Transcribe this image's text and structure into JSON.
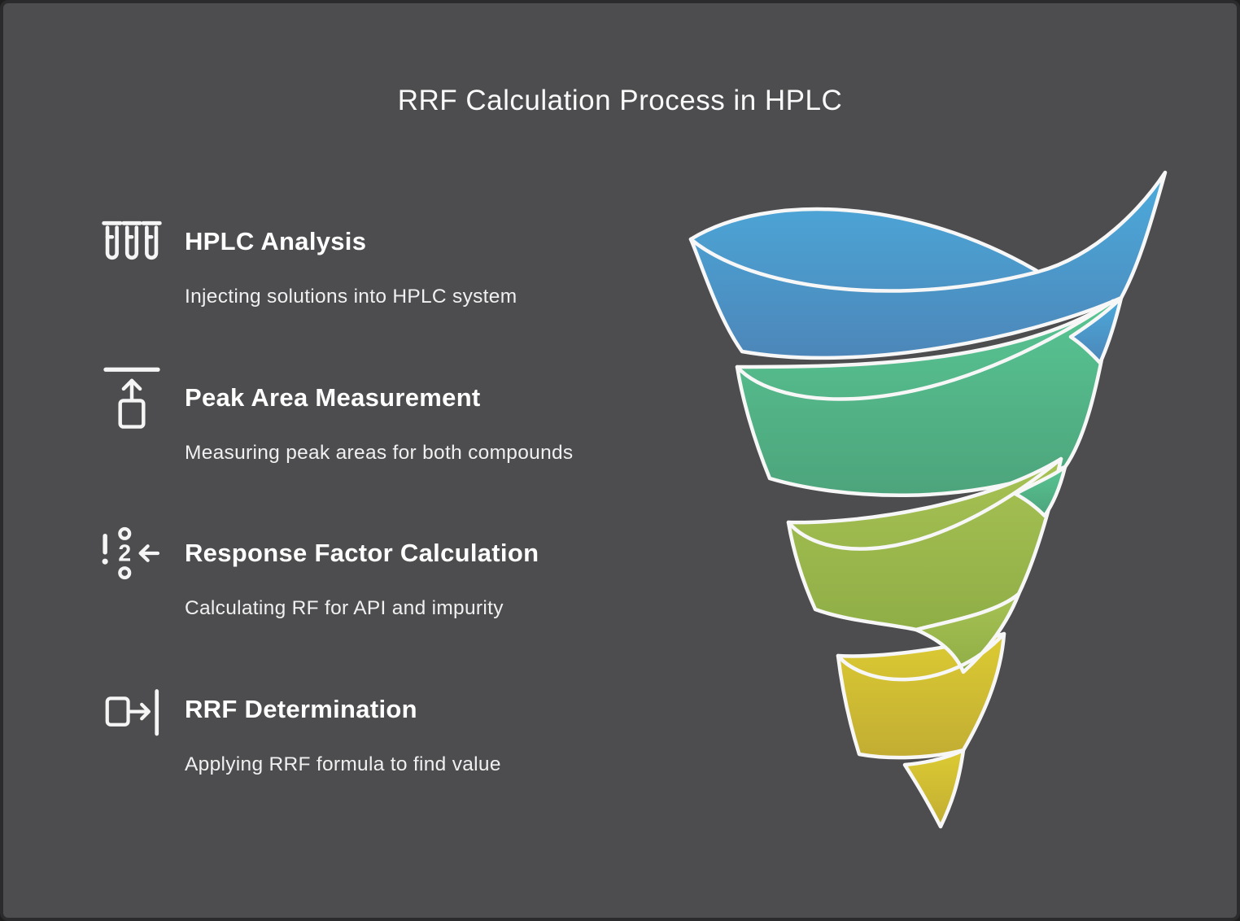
{
  "title": "RRF Calculation Process in HPLC",
  "steps": [
    {
      "icon": "test-tubes",
      "title": "HPLC Analysis",
      "description": "Injecting solutions into HPLC system"
    },
    {
      "icon": "upload-tray",
      "title": "Peak Area Measurement",
      "description": "Measuring peak areas for both compounds"
    },
    {
      "icon": "numbered-priority",
      "icon_digit": "2",
      "title": "Response Factor Calculation",
      "description": "Calculating RF for API and impurity"
    },
    {
      "icon": "export-box",
      "title": "RRF Determination",
      "description": "Applying RRF formula to find value"
    }
  ],
  "funnel": {
    "type": "spiral-funnel",
    "outline_color": "#f7f7f7",
    "segments": [
      {
        "stage": 1,
        "color_top": "#4babdc",
        "color_bottom": "#4d86b9"
      },
      {
        "stage": 2,
        "color_top": "#58c593",
        "color_bottom": "#4da47c"
      },
      {
        "stage": 3,
        "color_top": "#a7c254",
        "color_bottom": "#8fae46"
      },
      {
        "stage": 4,
        "color_top": "#dccb33",
        "color_bottom": "#c2ad33"
      }
    ]
  },
  "colors": {
    "background": "#4d4d4f",
    "border": "#2b2b2d",
    "title_text": "#fafafa",
    "step_title_text": "#ffffff",
    "step_desc_text": "#f0f0f0",
    "icon_stroke": "#f5f5f5"
  }
}
